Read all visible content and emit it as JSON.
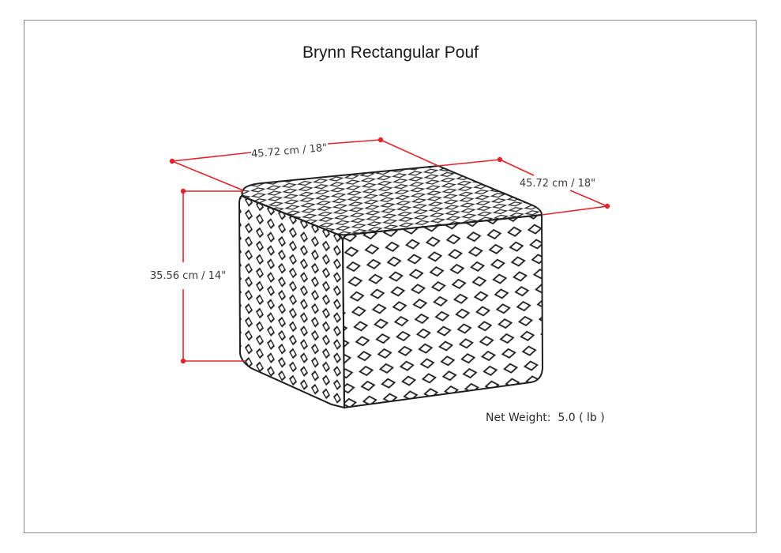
{
  "title": "Brynn Rectangular Pouf",
  "dimensions": {
    "width_label": "45.72 cm / 18\"",
    "depth_label": "45.72 cm / 18\"",
    "height_label": "35.56 cm / 14\""
  },
  "net_weight": {
    "label": "Net Weight:",
    "value": "5.0 ( lb )",
    "full_text": "Net Weight:  5.0 ( lb )"
  },
  "colors": {
    "dimension_line": "#e0262c",
    "outline": "#1e1e1e",
    "frame": "#8a8a8a",
    "text": "#3a3a3a"
  }
}
